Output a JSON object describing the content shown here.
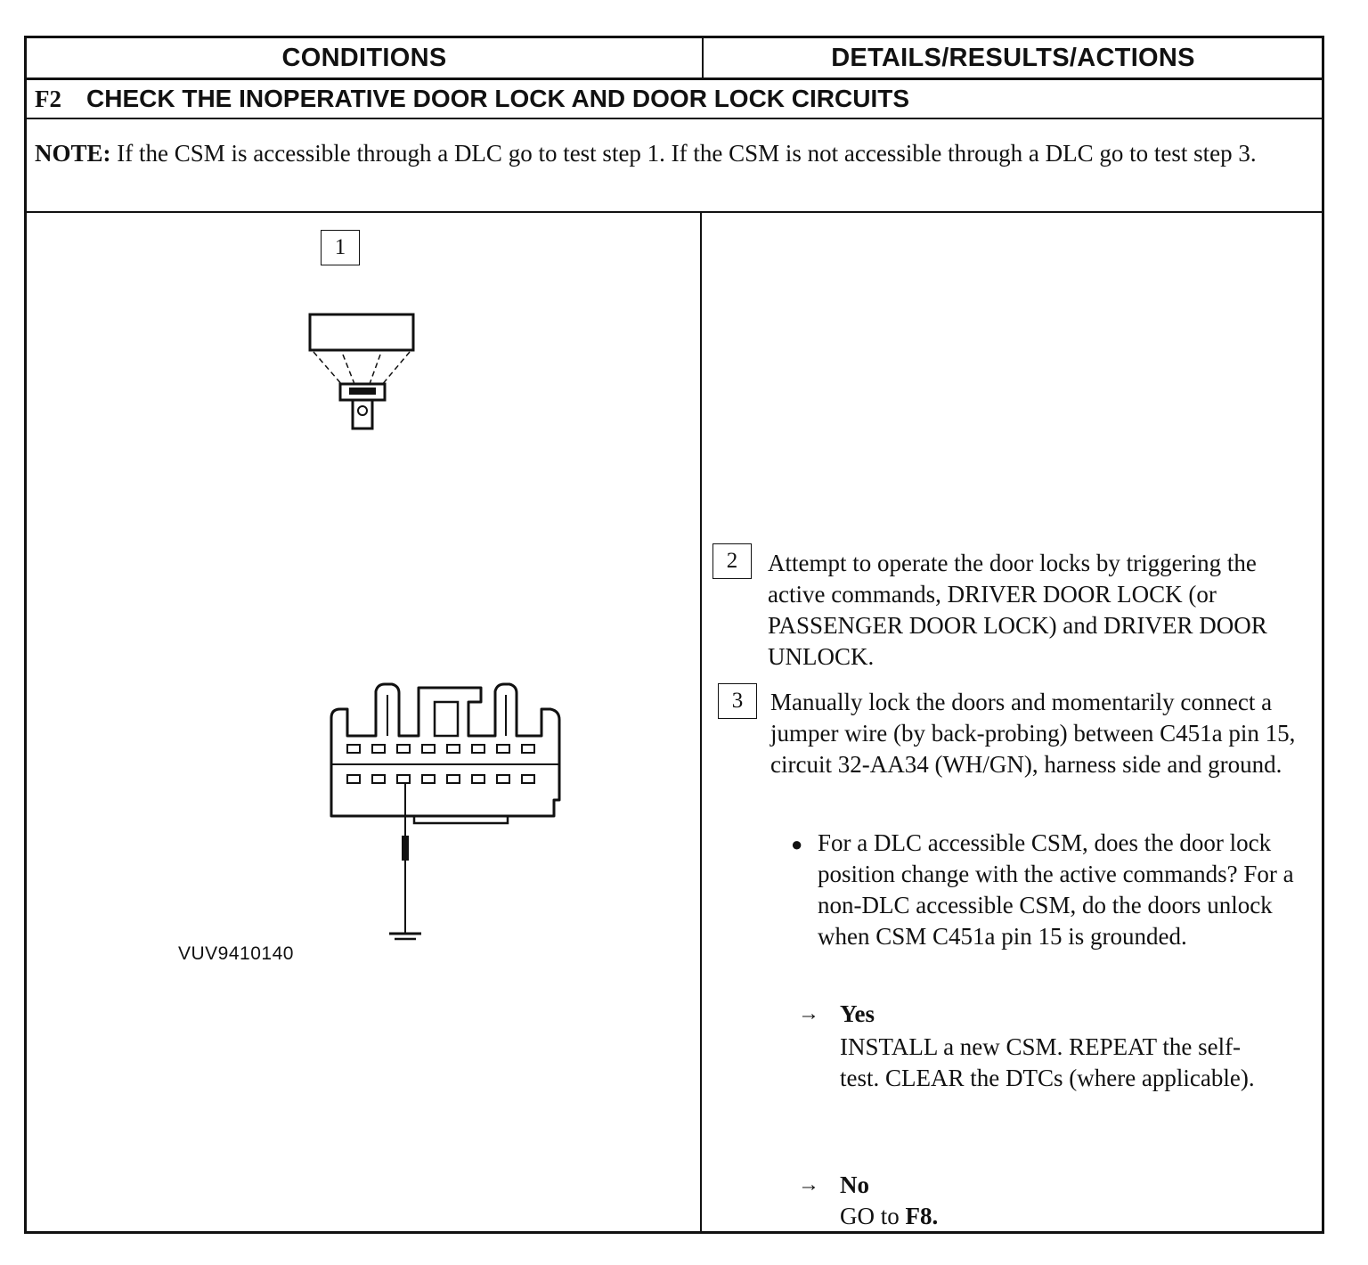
{
  "table": {
    "col_conditions": "CONDITIONS",
    "col_details": "DETAILS/RESULTS/ACTIONS"
  },
  "section": {
    "id": "F2",
    "title": "CHECK THE INOPERATIVE DOOR LOCK AND DOOR LOCK CIRCUITS"
  },
  "note": {
    "label": "NOTE:",
    "text": " If the CSM is accessible through a DLC go to test step 1. If the CSM is not accessible through a DLC go to test step 3."
  },
  "figure": {
    "id": "VUV9410140",
    "step1": "1"
  },
  "steps": [
    {
      "number": "2",
      "text": "Attempt to operate the door locks by triggering the active commands, DRIVER DOOR LOCK (or PASSENGER DOOR LOCK) and DRIVER DOOR UNLOCK."
    },
    {
      "number": "3",
      "text": "Manually lock the doors and momentarily connect a jumper wire (by back-probing) between C451a pin 15, circuit 32-AA34 (WH/GN), harness side and ground."
    }
  ],
  "question": "For a DLC accessible CSM, does the door lock position change with the active commands? For a non-DLC accessible CSM, do the doors unlock when CSM C451a pin 15 is grounded.",
  "yes": {
    "label": "Yes",
    "text": "INSTALL a new CSM.  REPEAT the self-test. CLEAR the DTCs (where applicable)."
  },
  "no": {
    "label": "No",
    "text_prefix": "GO to ",
    "target": "F8."
  }
}
